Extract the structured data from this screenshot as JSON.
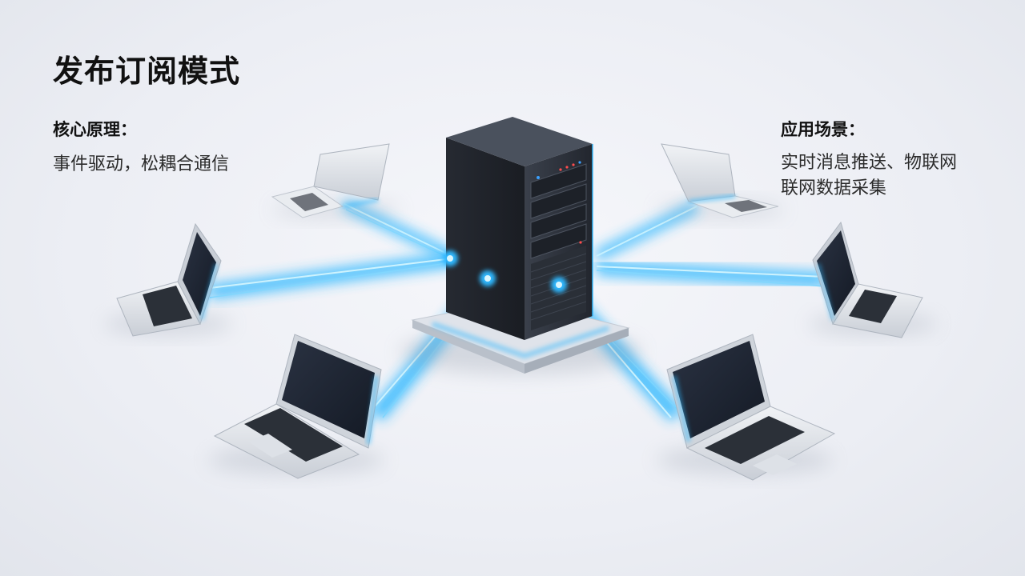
{
  "title": "发布订阅模式",
  "principle": {
    "heading": "核心原理：",
    "text": "事件驱动，松耦合通信"
  },
  "scenarios": {
    "heading": "应用场景：",
    "lines": [
      "实时消息推送、物联网",
      "联网数据采集"
    ]
  },
  "illustration": {
    "server_icon": "server-tower-icon",
    "client_icon": "laptop-icon",
    "client_count": 6,
    "colors": {
      "glow": "#2fb8ff",
      "server_body": "#2a2f38",
      "laptop_shell": "#d9dde3",
      "screen": "#1b2230"
    }
  }
}
